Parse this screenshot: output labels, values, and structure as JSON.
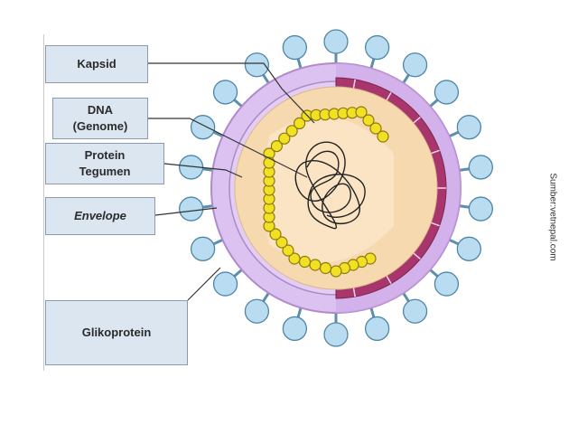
{
  "labels": {
    "kapsid": "Kapsid",
    "dna_line1": "DNA",
    "dna_line2": "(Genome)",
    "tegumen_line1": "Protein",
    "tegumen_line2": "Tegumen",
    "envelope": "Envelope",
    "glikoprotein": "Glikoprotein"
  },
  "source": "Sumber:vetnepal.com",
  "colors": {
    "label_fill": "#dce6f1",
    "envelope_membrane": "#dcc2f0",
    "tegument": "#f7d9b0",
    "capsomer": "#f2e022",
    "spike": "#b9dcf0",
    "capsid_band": "#a8356b"
  }
}
